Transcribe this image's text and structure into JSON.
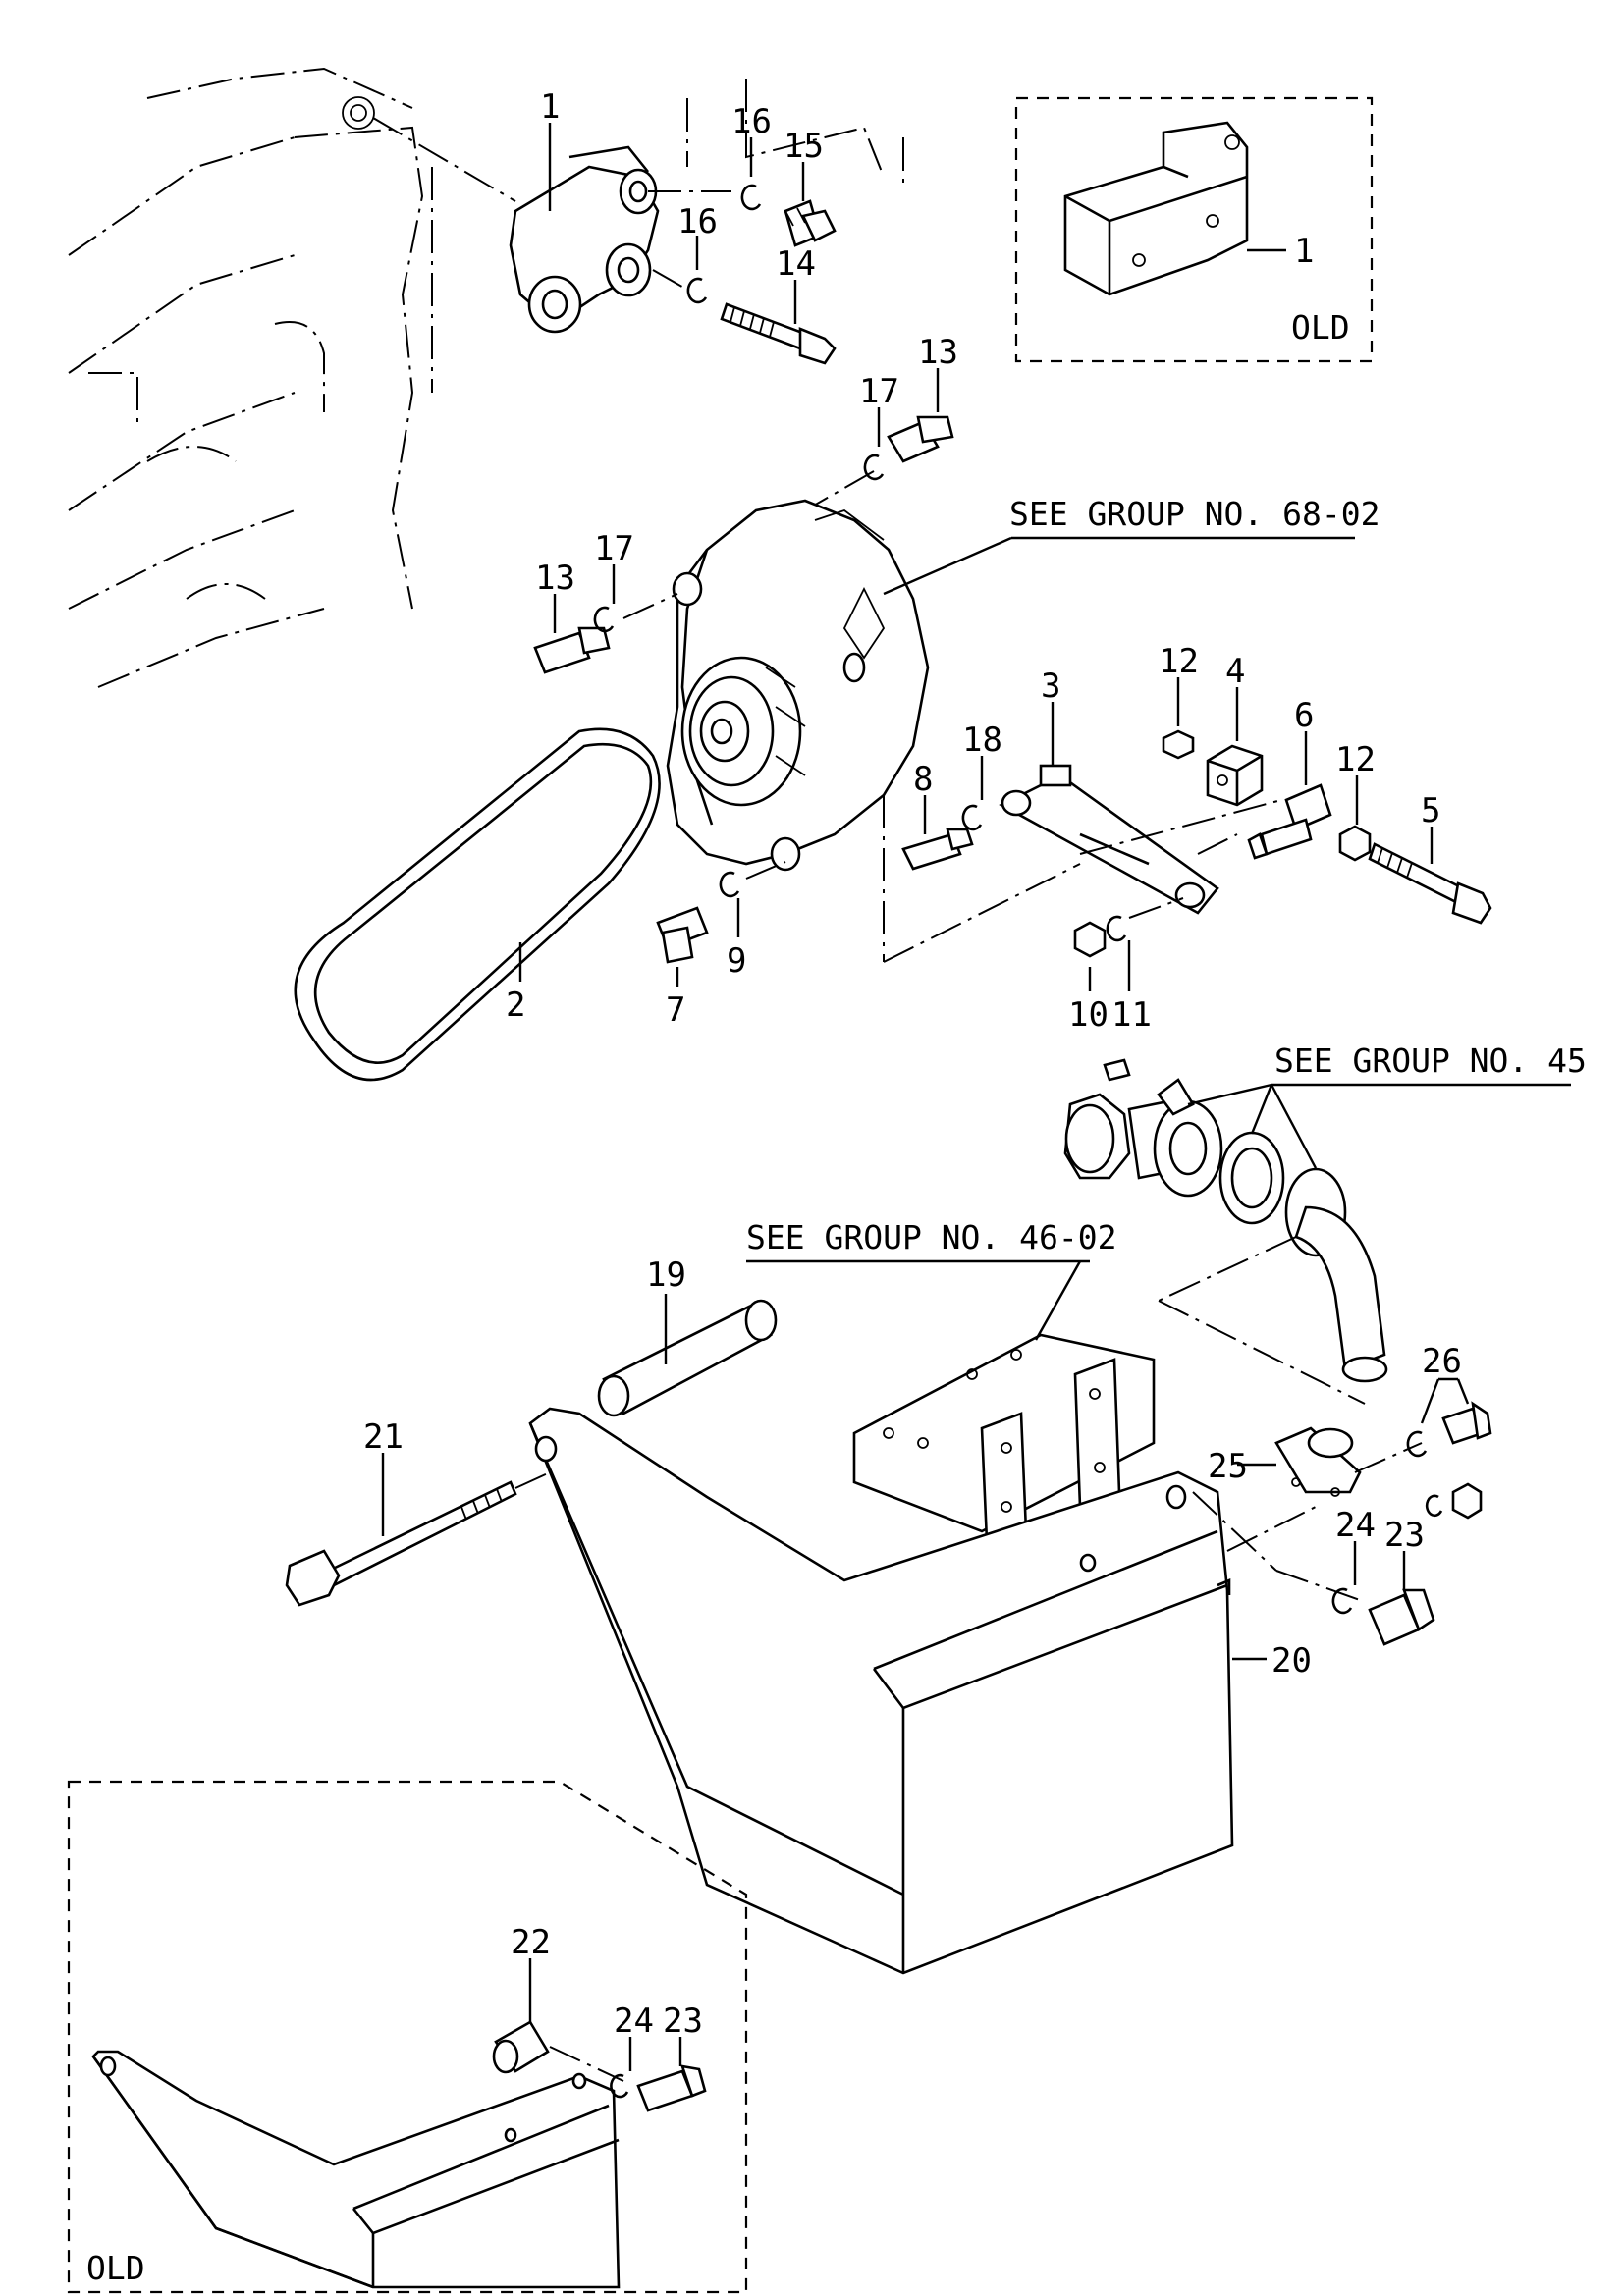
{
  "part_labels": {
    "p1": "1",
    "p2": "2",
    "p3": "3",
    "p4": "4",
    "p5": "5",
    "p6": "6",
    "p7": "7",
    "p8": "8",
    "p9": "9",
    "p10": "10",
    "p11": "11",
    "p12": "12",
    "p13": "13",
    "p14": "14",
    "p15": "15",
    "p16": "16",
    "p17": "17",
    "p18": "18",
    "p19": "19",
    "p20": "20",
    "p21": "21",
    "p22": "22",
    "p23": "23",
    "p24": "24",
    "p25": "25",
    "p26": "26"
  },
  "references": {
    "alternator": "SEE GROUP NO. 68-02",
    "exhaust": "SEE GROUP NO. 45",
    "bracket": "SEE GROUP NO. 46-02"
  },
  "old_tags": {
    "top_box": "OLD",
    "bottom_box": "OLD"
  }
}
